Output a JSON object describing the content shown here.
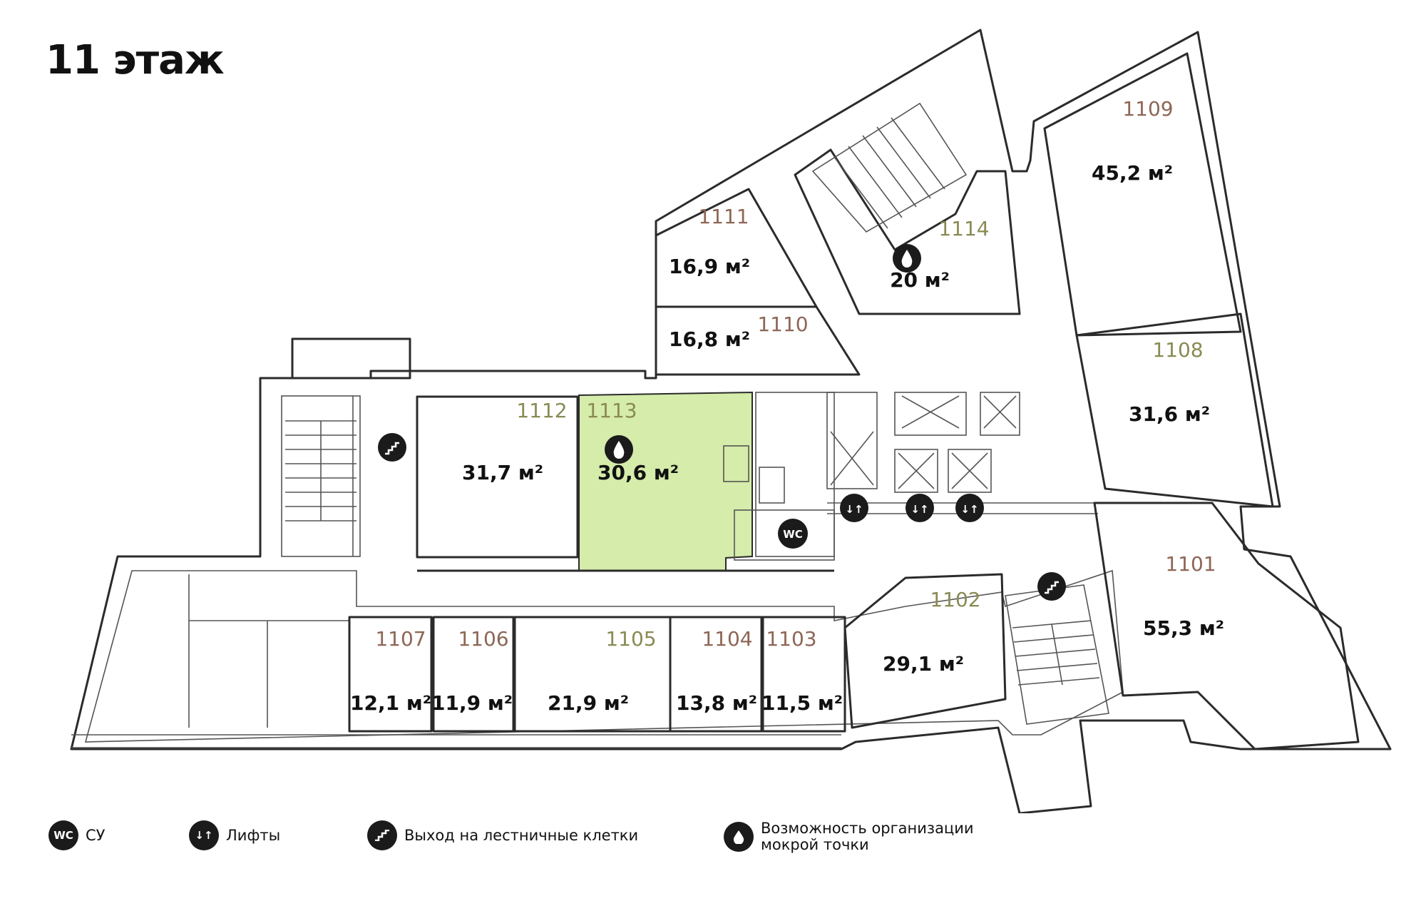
{
  "page": {
    "title": "11 этаж"
  },
  "colors": {
    "highlight": "#d5ecaa",
    "num_brown": "#8d6656",
    "num_olive": "#8a8a55",
    "icon_bg": "#1b1b1b"
  },
  "rooms": [
    {
      "id": "1101",
      "area": "55,3 м²",
      "tone": "brown"
    },
    {
      "id": "1102",
      "area": "29,1 м²",
      "tone": "olive"
    },
    {
      "id": "1103",
      "area": "11,5 м²",
      "tone": "brown"
    },
    {
      "id": "1104",
      "area": "13,8 м²",
      "tone": "brown"
    },
    {
      "id": "1105",
      "area": "21,9 м²",
      "tone": "olive"
    },
    {
      "id": "1106",
      "area": "11,9 м²",
      "tone": "brown"
    },
    {
      "id": "1107",
      "area": "12,1 м²",
      "tone": "brown"
    },
    {
      "id": "1108",
      "area": "31,6 м²",
      "tone": "olive"
    },
    {
      "id": "1109",
      "area": "45,2 м²",
      "tone": "brown"
    },
    {
      "id": "1110",
      "area": "16,8 м²",
      "tone": "brown"
    },
    {
      "id": "1111",
      "area": "16,9 м²",
      "tone": "brown"
    },
    {
      "id": "1112",
      "area": "31,7 м²",
      "tone": "olive"
    },
    {
      "id": "1113",
      "area": "30,6 м²",
      "tone": "olive",
      "highlighted": true
    },
    {
      "id": "1114",
      "area": "20 м²",
      "tone": "olive"
    }
  ],
  "icons": {
    "wc": "WC",
    "lift": "↓↑",
    "stairs": "stairs-icon",
    "water": "water-drop-icon"
  },
  "legend": {
    "wc_label": "СУ",
    "lift_label": "Лифты",
    "stairs_label": "Выход на лестничные клетки",
    "water_label": "Возможность организации мокрой точки"
  }
}
